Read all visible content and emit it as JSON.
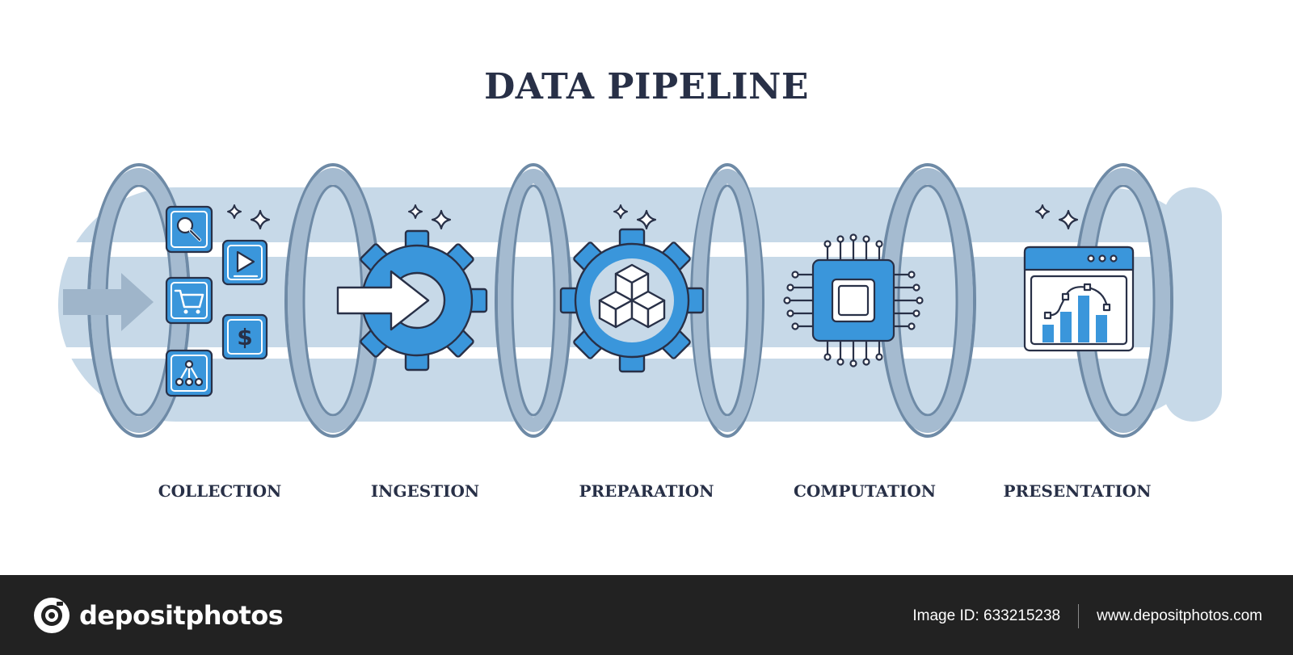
{
  "diagram": {
    "title": "DATA PIPELINE",
    "stages": [
      {
        "label": "COLLECTION",
        "icon": "collection-icon-cluster"
      },
      {
        "label": "INGESTION",
        "icon": "gear-arrow-icon"
      },
      {
        "label": "PREPARATION",
        "icon": "gear-cubes-icon"
      },
      {
        "label": "COMPUTATION",
        "icon": "cpu-chip-icon"
      },
      {
        "label": "PRESENTATION",
        "icon": "chart-window-icon"
      }
    ],
    "colors": {
      "pipe": "#c7d9e8",
      "ring": "#8ea7c0",
      "accent": "#3a96db",
      "ink": "#283047"
    }
  },
  "footer": {
    "brand": "depositphotos",
    "image_id": "Image ID: 633215238",
    "url": "www.depositphotos.com"
  }
}
